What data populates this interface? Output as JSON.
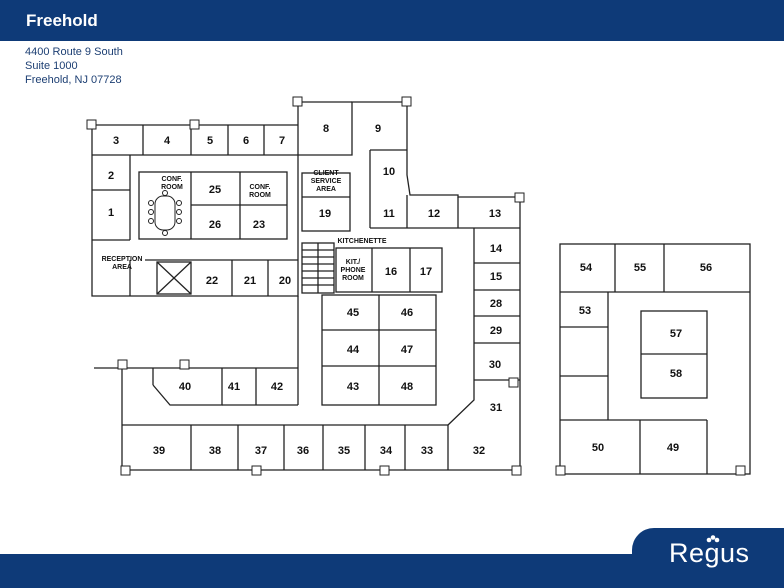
{
  "header": {
    "title": "Freehold"
  },
  "address": {
    "line1": "4400 Route 9 South",
    "line2": "Suite 1000",
    "line3": "Freehold, NJ 07728"
  },
  "plan": {
    "rooms": [
      "1",
      "2",
      "3",
      "4",
      "5",
      "6",
      "7",
      "8",
      "9",
      "10",
      "11",
      "12",
      "13",
      "14",
      "15",
      "16",
      "17",
      "19",
      "20",
      "21",
      "22",
      "23",
      "25",
      "26",
      "28",
      "29",
      "30",
      "31",
      "32",
      "33",
      "34",
      "35",
      "36",
      "37",
      "38",
      "39",
      "40",
      "41",
      "42",
      "43",
      "44",
      "45",
      "46",
      "47",
      "48",
      "49",
      "50",
      "53",
      "54",
      "55",
      "56",
      "57",
      "58"
    ],
    "areas": {
      "conf_room_left": [
        "CONF.",
        "ROOM"
      ],
      "conf_room_right": [
        "CONF.",
        "ROOM"
      ],
      "client_service": [
        "CLIENT",
        "SERVICE",
        "AREA"
      ],
      "kitchenette": "KITCHENETTE",
      "kit_phone": [
        "KIT./",
        "PHONE",
        "ROOM"
      ],
      "reception": [
        "RECEPTION",
        "AREA"
      ]
    }
  },
  "brand": {
    "name": "Regus"
  }
}
